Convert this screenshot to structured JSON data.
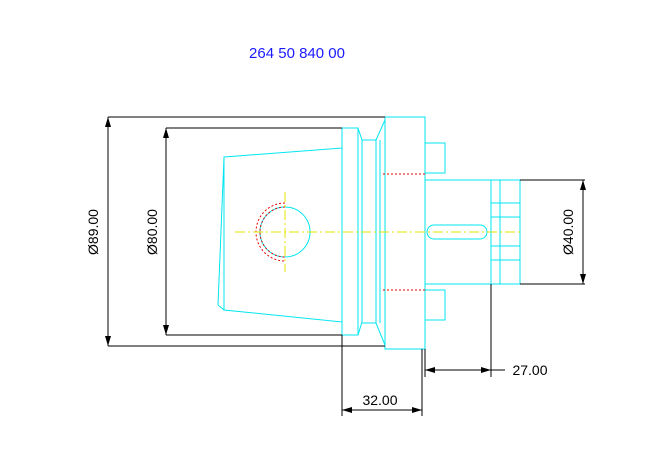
{
  "drawing": {
    "part_number": "264 50 840 00",
    "dimensions": {
      "outer_diameter": "Ø89.00",
      "inner_diameter": "Ø80.00",
      "shank_diameter": "Ø40.00",
      "flange_length": "32.00",
      "shank_length": "27.00"
    },
    "colors": {
      "outline": "#00e6f0",
      "dimension": "#000000",
      "centerline": "#e6e600",
      "hidden_line": "#e60000",
      "part_number_text": "#1a1aff",
      "background": "#ffffff"
    }
  }
}
